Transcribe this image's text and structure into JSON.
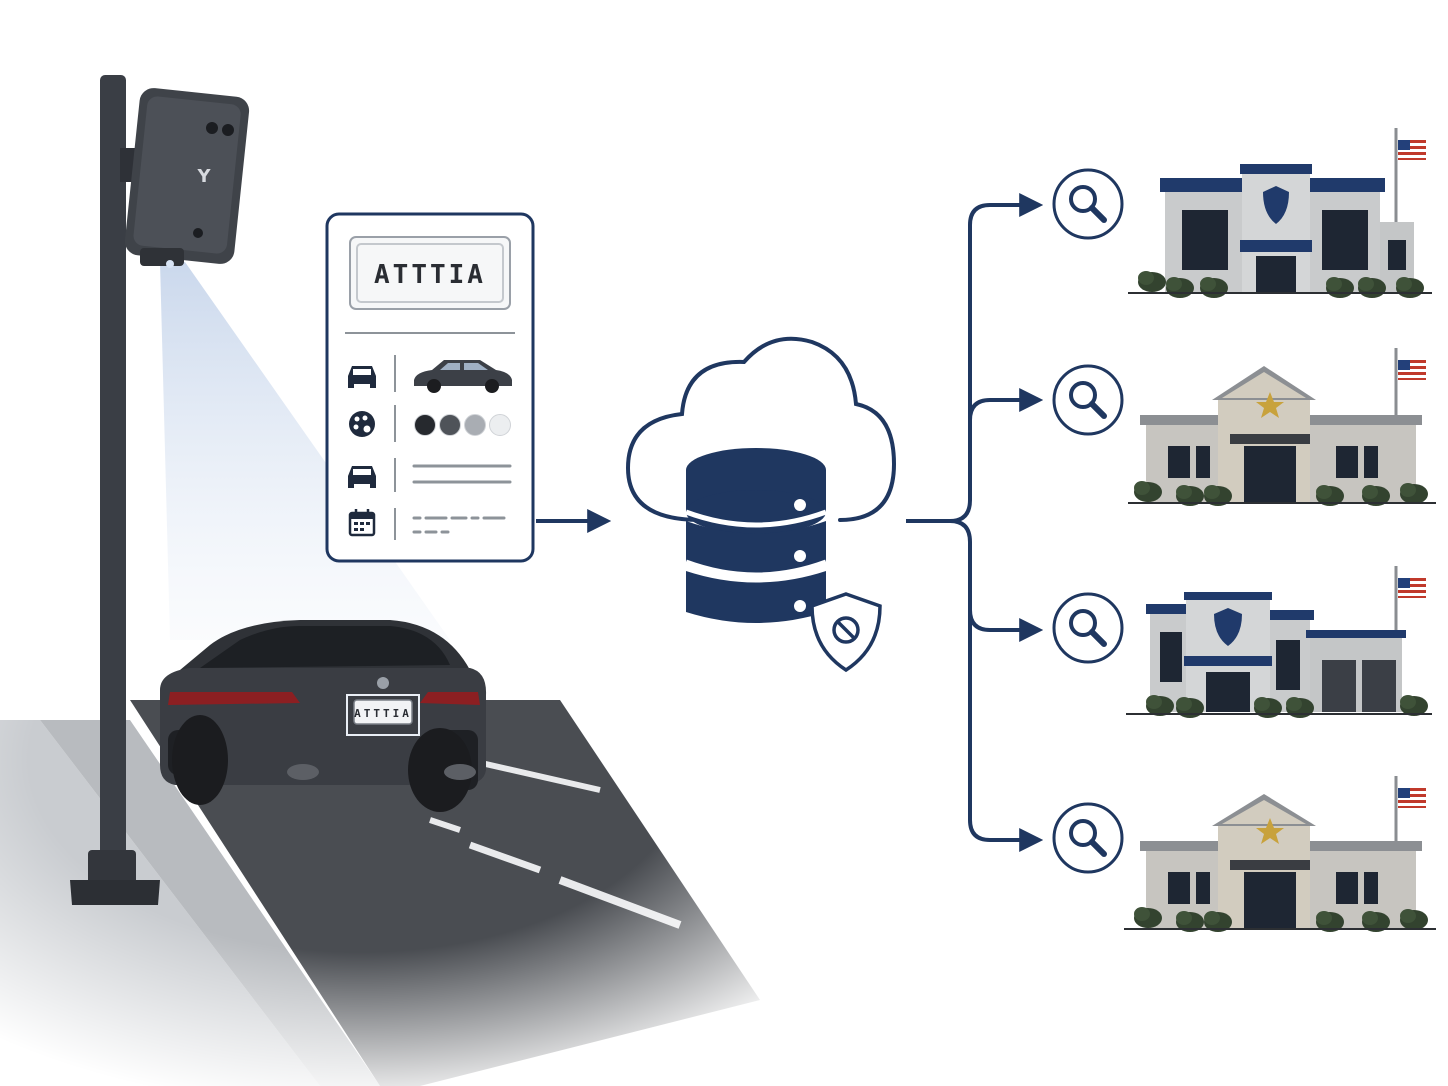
{
  "plate": {
    "text": "ATTTIA"
  },
  "camera": {
    "logo": "Y"
  },
  "record_card": {
    "rows": [
      {
        "icon": "car-front-icon",
        "value": "car-side-image"
      },
      {
        "icon": "palette-icon",
        "value": "color-swatches"
      },
      {
        "icon": "car-front-icon",
        "value": "text-lines"
      },
      {
        "icon": "calendar-icon",
        "value": "dashed-lines"
      }
    ],
    "swatch_colors": [
      "#26292e",
      "#4f5359",
      "#a9adb3",
      "#eceef0"
    ]
  },
  "buildings": [
    {
      "type": "police-station",
      "badge": "shield-icon"
    },
    {
      "type": "sheriff-office",
      "badge": "star-badge-icon"
    },
    {
      "type": "police-station-garage",
      "badge": "shield-icon"
    },
    {
      "type": "sheriff-office",
      "badge": "star-badge-icon"
    }
  ],
  "colors": {
    "navy": "#1f3760",
    "asphalt": "#4a4d52",
    "car": "#3a3d43",
    "building_wall": "#c9cbcc",
    "roof_navy": "#203a6b",
    "stone": "#cdc6b8"
  }
}
